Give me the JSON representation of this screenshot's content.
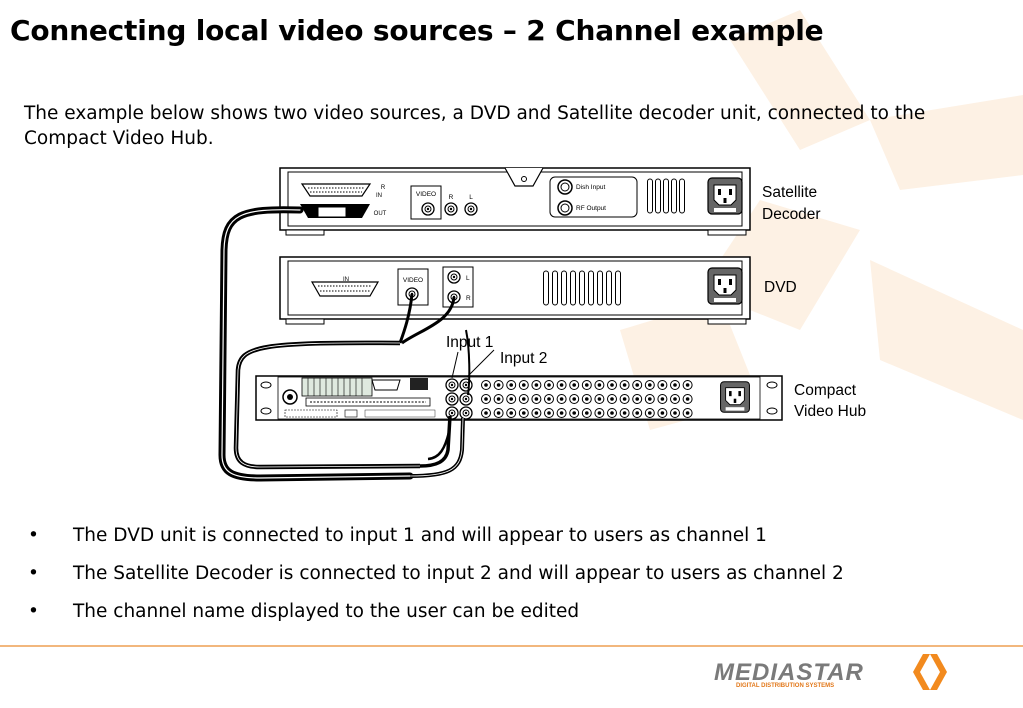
{
  "title": "Connecting local video sources – 2 Channel example",
  "intro": "The example below shows two video sources, a DVD and Satellite decoder unit, connected to the Compact Video Hub.",
  "diagram": {
    "satellite": {
      "name_line1": "Satellite",
      "name_line2": "Decoder",
      "r_label": "R",
      "in_label": "IN",
      "out_label": "OUT",
      "video_label": "VIDEO",
      "r2_label": "R",
      "l_label": "L",
      "dish_label": "Dish Input",
      "rf_label": "RF Output"
    },
    "dvd": {
      "name": "DVD",
      "in_label": "IN",
      "video_label": "VIDEO",
      "l_label": "L",
      "r_label": "R"
    },
    "hub": {
      "name_line1": "Compact",
      "name_line2": "Video Hub"
    },
    "input1_label": "Input 1",
    "input2_label": "Input 2"
  },
  "bullets": [
    "The DVD unit is connected to input 1 and will appear to users as channel 1",
    "The Satellite Decoder is connected to input 2 and will appear to users as channel 2",
    "The channel name displayed to the user can be edited"
  ],
  "bullet_symbol": "•",
  "logo": {
    "name": "MEDIASTAR",
    "tagline": "DIGITAL DISTRIBUTION SYSTEMS"
  },
  "colors": {
    "accent": "#f28a1e",
    "watermark": "#fdf0e2",
    "logo_text": "#7a7a7a",
    "footer_line": "#f2b77d"
  }
}
